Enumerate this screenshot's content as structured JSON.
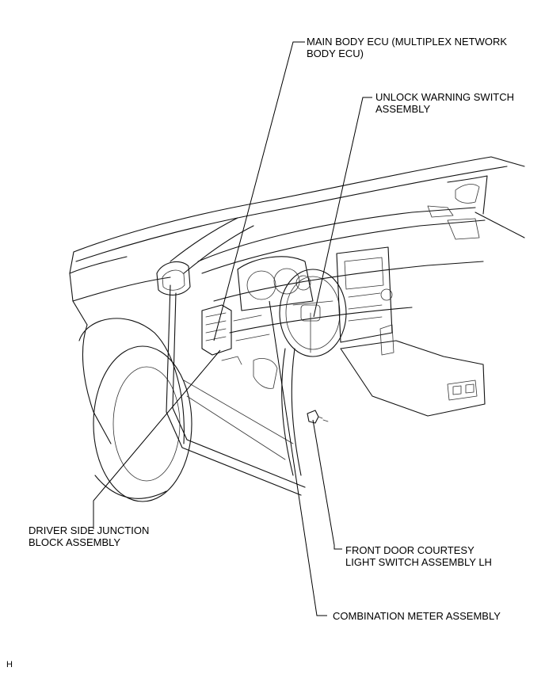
{
  "callouts": {
    "main_body_ecu": [
      "MAIN BODY ECU (MULTIPLEX NETWORK",
      "BODY ECU)"
    ],
    "unlock_warning_switch": [
      "UNLOCK WARNING SWITCH",
      "ASSEMBLY"
    ],
    "driver_side_junction_block": [
      "DRIVER SIDE JUNCTION",
      "BLOCK ASSEMBLY"
    ],
    "front_door_courtesy_switch": [
      "FRONT DOOR COURTESY",
      "LIGHT SWITCH ASSEMBLY LH"
    ],
    "combination_meter": [
      "COMBINATION METER ASSEMBLY"
    ]
  },
  "corner_mark": "H"
}
